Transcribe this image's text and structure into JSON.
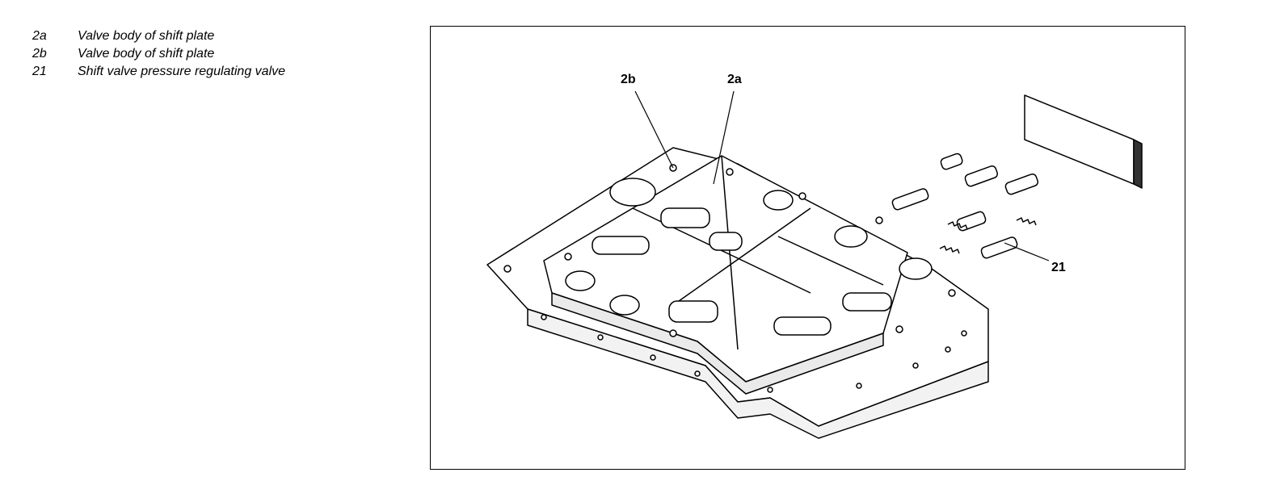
{
  "legend": [
    {
      "code": "2a",
      "description": "Valve body of shift plate"
    },
    {
      "code": "2b",
      "description": "Valve body of shift plate"
    },
    {
      "code": "21",
      "description": "Shift valve pressure regulating valve"
    }
  ],
  "diagram": {
    "callouts": {
      "c2b": "2b",
      "c2a": "2a",
      "c21": "21"
    }
  }
}
